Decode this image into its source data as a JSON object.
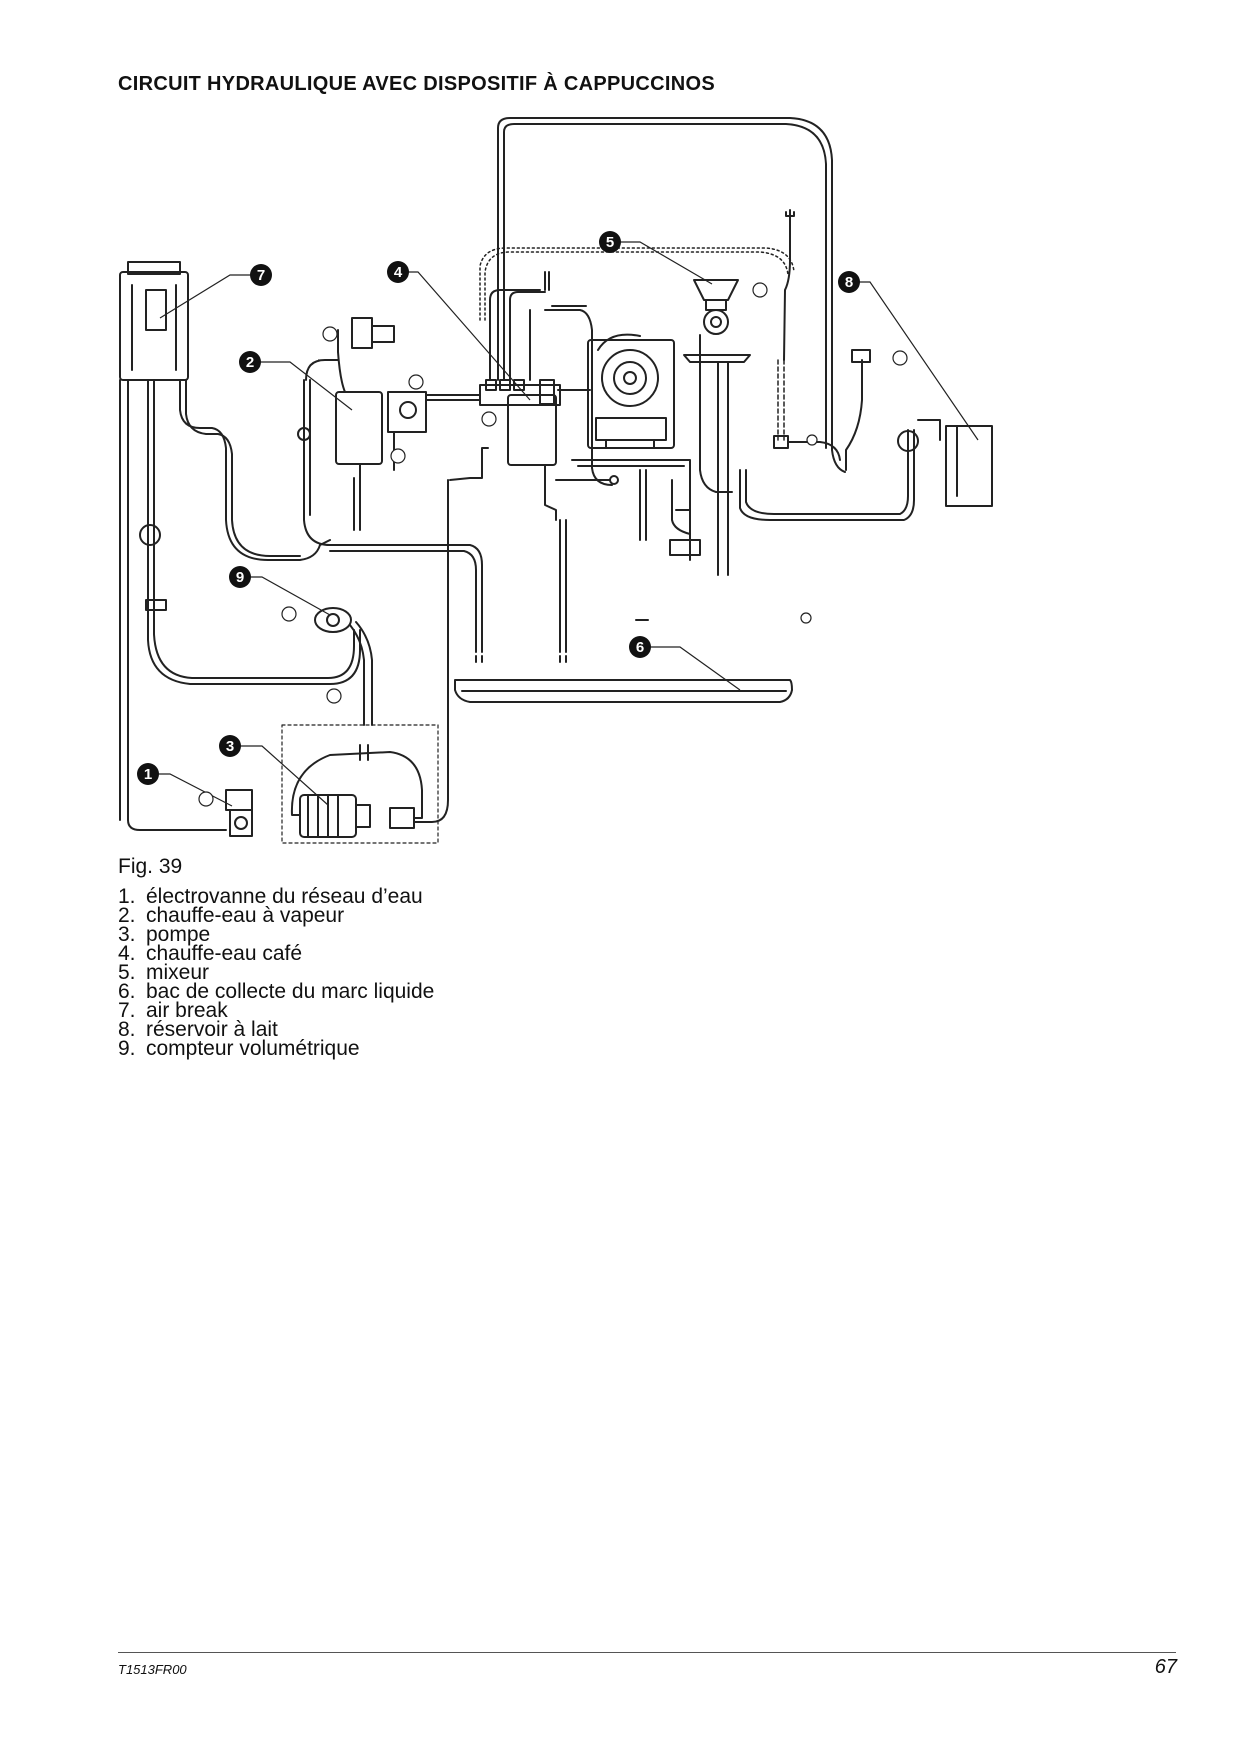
{
  "page": {
    "title": "CIRCUIT HYDRAULIQUE AVEC DISPOSITIF À CAPPUCCINOS",
    "figure_label": "Fig. 39",
    "doc_code": "T1513FR00",
    "page_number": "67"
  },
  "legend": [
    {
      "num": "1.",
      "text": "électrovanne du réseau d’eau"
    },
    {
      "num": "2.",
      "text": "chauffe-eau à vapeur"
    },
    {
      "num": "3.",
      "text": "pompe"
    },
    {
      "num": "4.",
      "text": "chauffe-eau café"
    },
    {
      "num": "5.",
      "text": "mixeur"
    },
    {
      "num": "6.",
      "text": "bac de collecte du marc liquide"
    },
    {
      "num": "7.",
      "text": "air break"
    },
    {
      "num": "8.",
      "text": "réservoir à lait"
    },
    {
      "num": "9.",
      "text": "compteur volumétrique"
    }
  ],
  "callouts": [
    "1",
    "2",
    "3",
    "4",
    "5",
    "6",
    "7",
    "8",
    "9"
  ]
}
